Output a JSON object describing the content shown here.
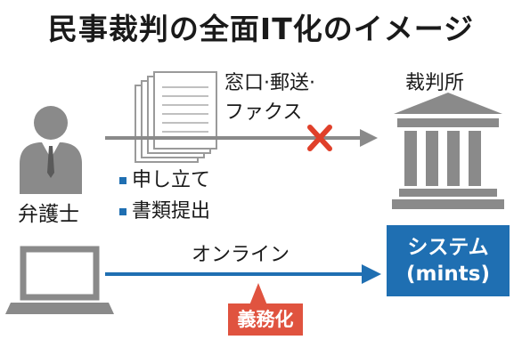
{
  "title": "民事裁判の全面IT化のイメージ",
  "lawyer": {
    "label": "弁護士",
    "icon": "lawyer-icon"
  },
  "documents": {
    "icon": "document-stack-icon",
    "items": [
      "申し立て",
      "書類提出"
    ]
  },
  "paper_route": {
    "label_line1": "窓口·郵送·",
    "label_line2": "ファクス",
    "status_icon": "cross-icon"
  },
  "court": {
    "label": "裁判所",
    "icon": "courthouse-icon"
  },
  "online_route": {
    "label": "オンライン",
    "device_icon": "laptop-icon"
  },
  "system": {
    "line1": "システム",
    "line2": "(mints)"
  },
  "mandatory": {
    "label": "義務化"
  },
  "colors": {
    "gray": "#8a8a8a",
    "blue": "#1f6fb2",
    "red": "#e0533f",
    "cross": "#e0402a"
  }
}
